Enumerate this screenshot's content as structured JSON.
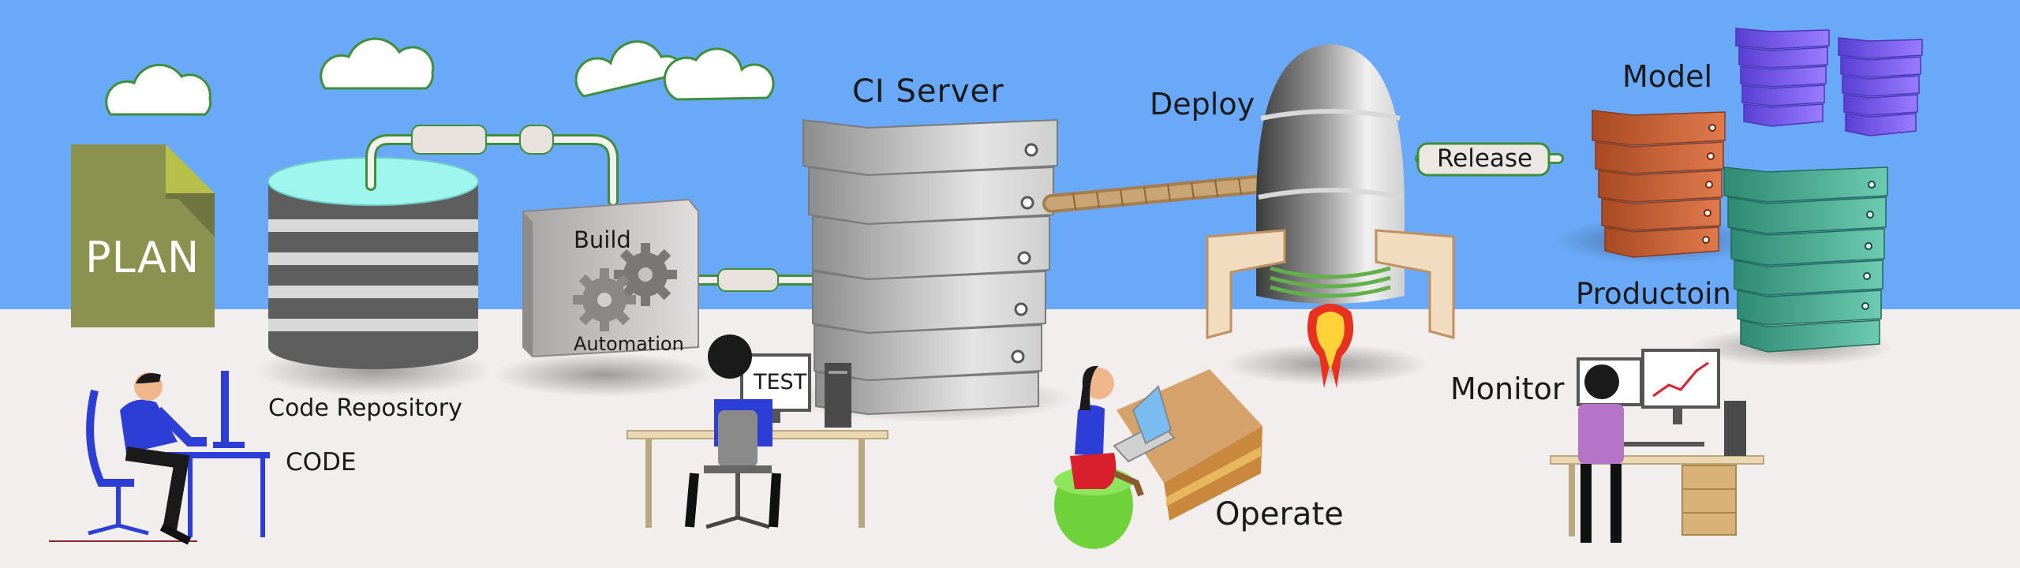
{
  "diagram": {
    "labels": {
      "plan": "PLAN",
      "code_repository": "Code Repository",
      "code": "CODE",
      "build": "Build",
      "automation": "Automation",
      "test": "TEST",
      "ci_server": "CI Server",
      "deploy": "Deploy",
      "release": "Release",
      "model": "Model",
      "production": "Productoin",
      "monitor": "Monitor",
      "operate": "Operate"
    },
    "colors": {
      "sky": "#6aa9f7",
      "floor": "#f2eeee",
      "plan_doc": "#8b914f",
      "repo_top": "#9ff6ef",
      "model_servers": "#7a55e0",
      "prod_servers_orange": "#c8643a",
      "prod_servers_green": "#4aa68f",
      "person_shirt": "#2c3ed6",
      "flame": "#ffd23a"
    },
    "icons": [
      "cloud-icon",
      "document-icon",
      "database-icon",
      "gear-icon",
      "server-rack-icon",
      "rocket-icon",
      "developer-icon",
      "tester-icon",
      "operator-icon",
      "monitor-person-icon"
    ]
  }
}
